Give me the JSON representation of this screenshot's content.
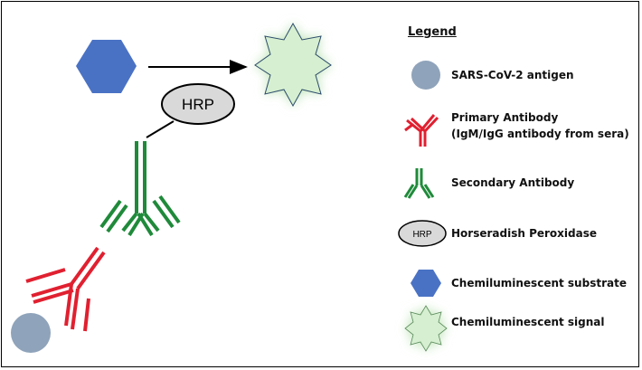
{
  "legend": {
    "title": "Legend",
    "items": [
      {
        "id": "antigen",
        "label": "SARS-CoV-2 antigen",
        "icon": "gray-circle-icon",
        "color": "#8fa3ba"
      },
      {
        "id": "primary",
        "label": "Primary Antibody",
        "sublabel": "(IgM/IgG antibody from sera)",
        "icon": "red-antibody-icon",
        "color": "#e02030"
      },
      {
        "id": "secondary",
        "label": "Secondary Antibody",
        "icon": "green-antibody-icon",
        "color": "#1f8a3a"
      },
      {
        "id": "hrp",
        "label": "Horseradish Peroxidase",
        "icon": "hrp-ellipse-icon",
        "badge": "HRP"
      },
      {
        "id": "substrate",
        "label": "Chemiluminescent substrate",
        "icon": "blue-hexagon-icon",
        "color": "#4a72c4"
      },
      {
        "id": "signal",
        "label": "Chemiluminescent signal",
        "icon": "green-star-icon",
        "color": "#cfeacb"
      }
    ]
  },
  "diagram": {
    "hrp_label": "HRP"
  }
}
